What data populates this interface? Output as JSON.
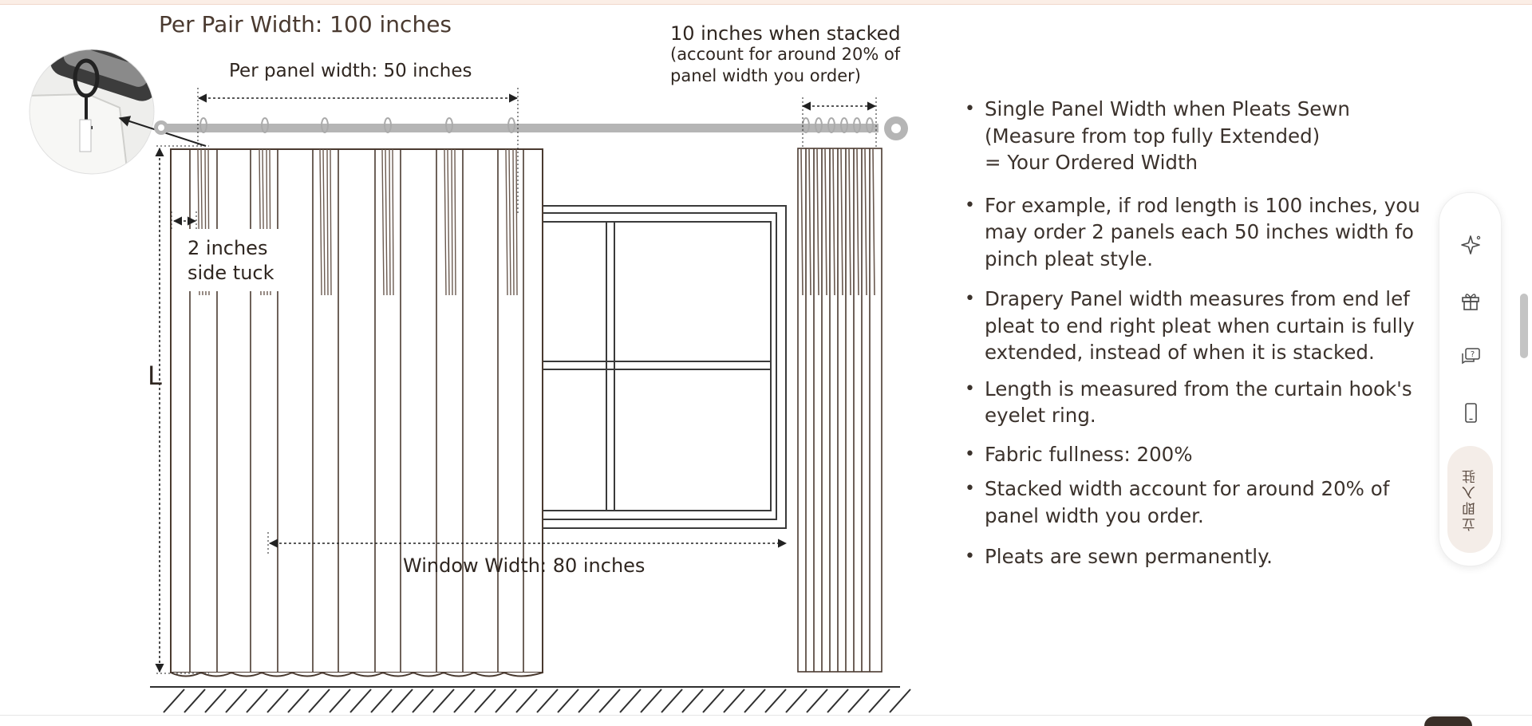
{
  "diagram": {
    "title": "Per Pair Width: 100 inches",
    "panel_width": "Per panel width: 50 inches",
    "stacked": [
      "10 inches when stacked",
      "(account for around 20% of",
      "panel width you order)"
    ],
    "side_tuck": [
      "2 inches",
      "side tuck"
    ],
    "length_mark": "L",
    "window_width": "Window Width: 80 inches"
  },
  "bullets": [
    [
      "Single Panel Width when Pleats Sewn",
      "(Measure from top fully Extended)",
      "= Your Ordered Width"
    ],
    [
      "For example, if rod length is 100 inches, you",
      "may order 2 panels each 50 inches width fo",
      "pinch pleat style."
    ],
    [
      "Drapery Panel width measures from end lef",
      "pleat to end right pleat when curtain is fully",
      "extended, instead of when it is stacked."
    ],
    [
      "Length is measured from the curtain hook's",
      "eyelet ring."
    ],
    [
      "Fabric fullness: 200%"
    ],
    [
      "Stacked width account for around 20% of",
      "panel width you order."
    ],
    [
      "Pleats are sewn permanently."
    ]
  ],
  "sidebar": {
    "icons": [
      "sparkle-icon",
      "gift-icon",
      "help-chat-icon",
      "mobile-phone-icon"
    ],
    "pill_text": "立即入驻"
  }
}
